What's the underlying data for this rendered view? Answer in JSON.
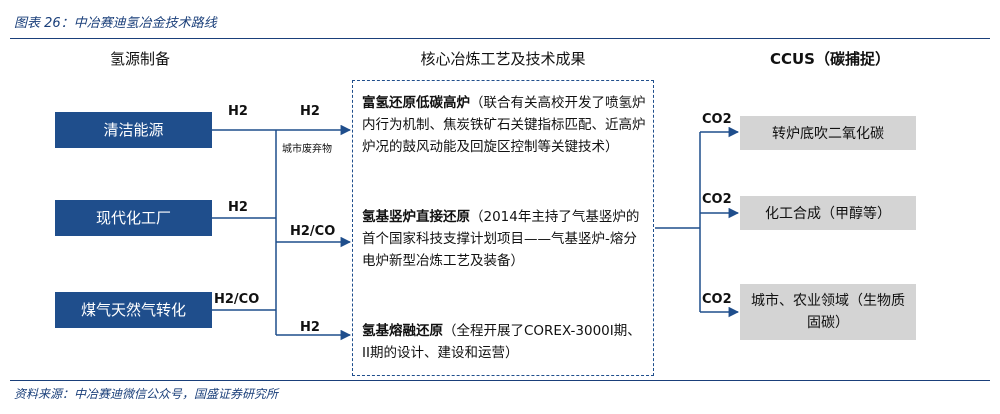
{
  "figure_title": "图表 26：中冶赛迪氢冶金技术路线",
  "headers": {
    "left": "氢源制备",
    "center": "核心冶炼工艺及技术成果",
    "right": "CCUS（碳捕捉）"
  },
  "sources": [
    "清洁能源",
    "现代化工厂",
    "煤气天然气转化"
  ],
  "left_labels": {
    "clean_h2": "H2",
    "city_h2": "H2",
    "city_waste": "城市废弃物",
    "modern_h2": "H2",
    "coal_h2co": "H2/CO",
    "mid_h2co": "H2/CO",
    "bottom_h2": "H2"
  },
  "techs": [
    {
      "title": "富氢还原低碳高炉",
      "body": "（联合有关高校开发了喷氢炉内行为机制、焦炭铁矿石关键指标匹配、近高炉炉况的鼓风动能及回旋区控制等关键技术）"
    },
    {
      "title": "氢基竖炉直接还原",
      "body": "（2014年主持了气基竖炉的首个国家科技支撑计划项目——气基竖炉-熔分电炉新型冶炼工艺及装备）"
    },
    {
      "title": "氢基熔融还原",
      "body": "（全程开展了COREX-3000I期、II期的设计、建设和运营）"
    }
  ],
  "right_labels": [
    "CO2",
    "CO2",
    "CO2"
  ],
  "outputs": [
    "转炉底吹二氧化碳",
    "化工合成（甲醇等）",
    "城市、农业领域（生物质固碳）"
  ],
  "source_note": "资料来源：中冶赛迪微信公众号，国盛证券研究所",
  "colors": {
    "accent": "#1f4e8c",
    "gray_box": "#d4d4d4",
    "title_blue": "#1a3f7a"
  }
}
